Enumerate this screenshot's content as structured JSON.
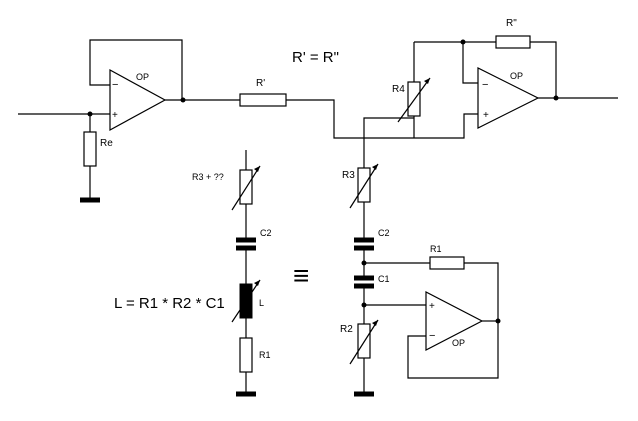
{
  "labels": {
    "op1": "OP",
    "op2": "OP",
    "op3": "OP",
    "minus": "−",
    "plus": "+",
    "re": "Re",
    "r_prime": "R'",
    "r_double": "R\"",
    "r_equal": "R' = R\"",
    "r4": "R4",
    "r3_left": "R3 + ??",
    "c2_left": "C2",
    "l": "L",
    "r1_left": "R1",
    "equation": "L = R1 * R2 * C1",
    "equiv": "≡",
    "r3_right": "R3",
    "c2_right": "C2",
    "r1_right": "R1",
    "c1_right": "C1",
    "r2_right": "R2"
  }
}
